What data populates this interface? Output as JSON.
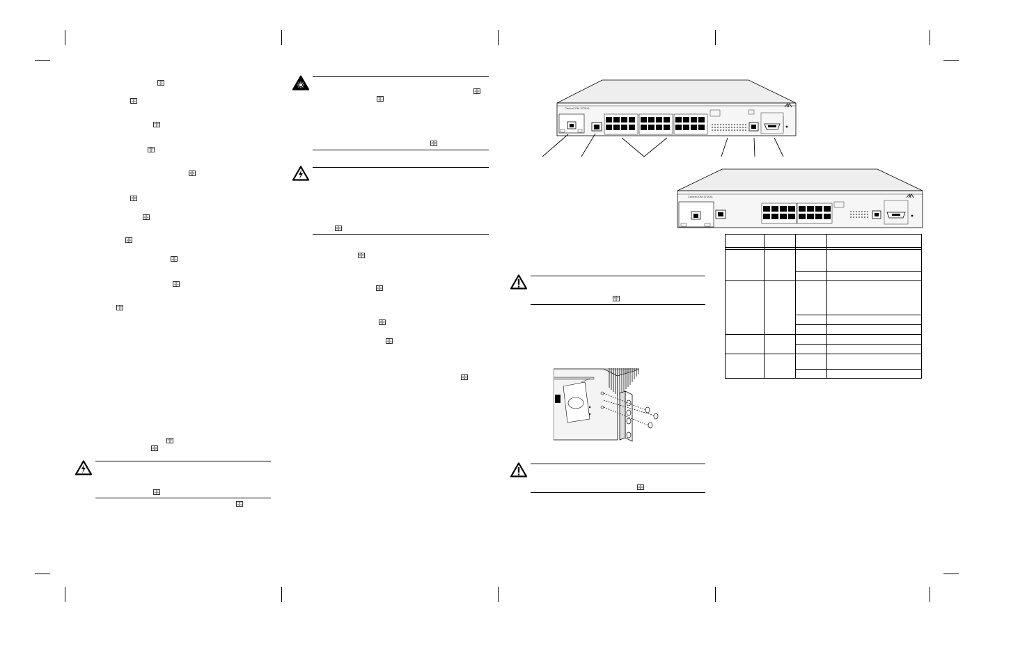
{
  "document": {
    "device_model_top": "CentreCOM 3726XL",
    "device_model_bottom": "CentreCOM 3716XL"
  },
  "icons": {
    "book": "manual-reference-icon",
    "warning": "warning-triangle-icon",
    "electrical": "electrical-hazard-icon",
    "laser": "laser-hazard-icon"
  },
  "spec_table": {
    "rows": 11,
    "cols": 4
  }
}
